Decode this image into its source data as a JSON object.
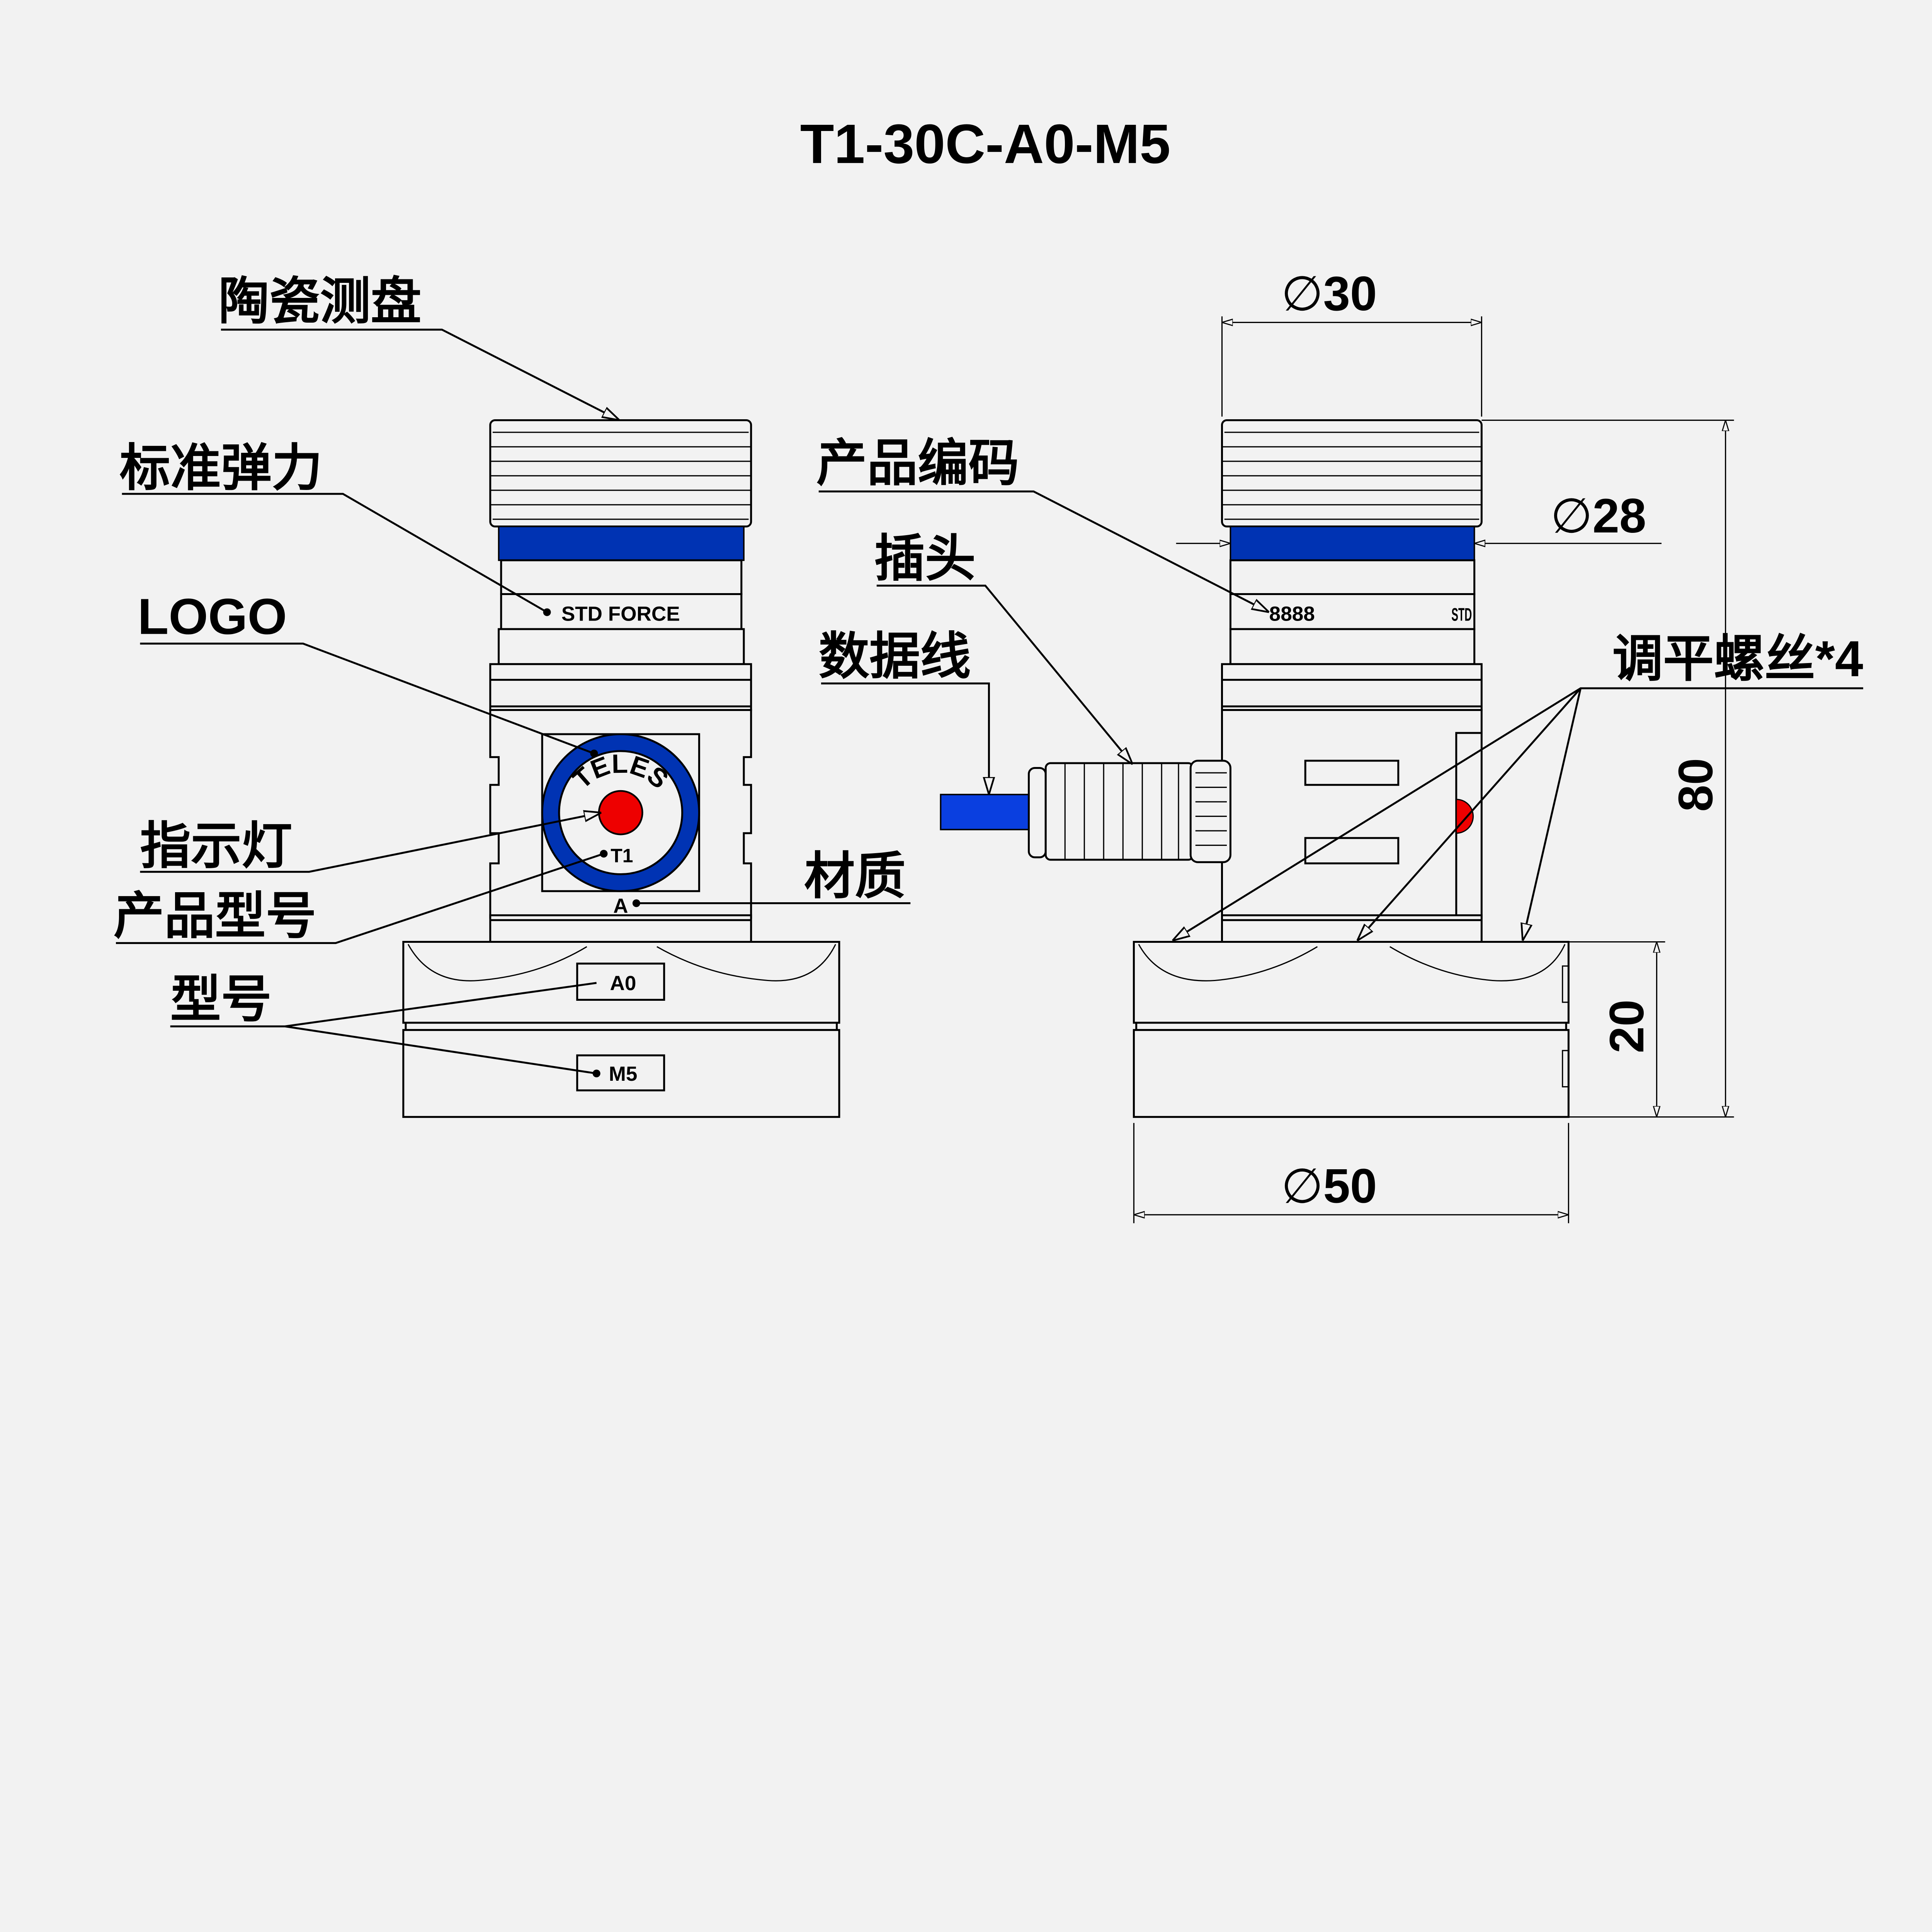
{
  "title": "T1-30C-A0-M5",
  "colors": {
    "background": "#f2f2f2",
    "blue_band": "#0033b3",
    "cable": "#0a3fe0",
    "indicator": "#ee0000"
  },
  "left_view": {
    "labels": {
      "ceramic_disc": "陶瓷测盘",
      "standard_force": "标准弹力",
      "logo": "LOGO",
      "indicator_light": "指示灯",
      "product_model": "产品型号",
      "model": "型号",
      "material": "材质"
    },
    "markings": {
      "std_force": "STD FORCE",
      "logo_text": "TELES",
      "model_code": "T1",
      "material_code": "A",
      "base_code_1": "A0",
      "base_code_2": "M5"
    }
  },
  "right_view": {
    "labels": {
      "product_code": "产品编码",
      "plug": "插头",
      "data_cable": "数据线",
      "leveling_screws": "调平螺丝*4"
    },
    "markings": {
      "serial": "8888",
      "std_partial": "STD"
    },
    "dimensions": {
      "top_diameter": "30",
      "band_diameter": "28",
      "base_diameter": "50",
      "total_height": "80",
      "base_height": "20",
      "diameter_symbol": "∅"
    }
  }
}
